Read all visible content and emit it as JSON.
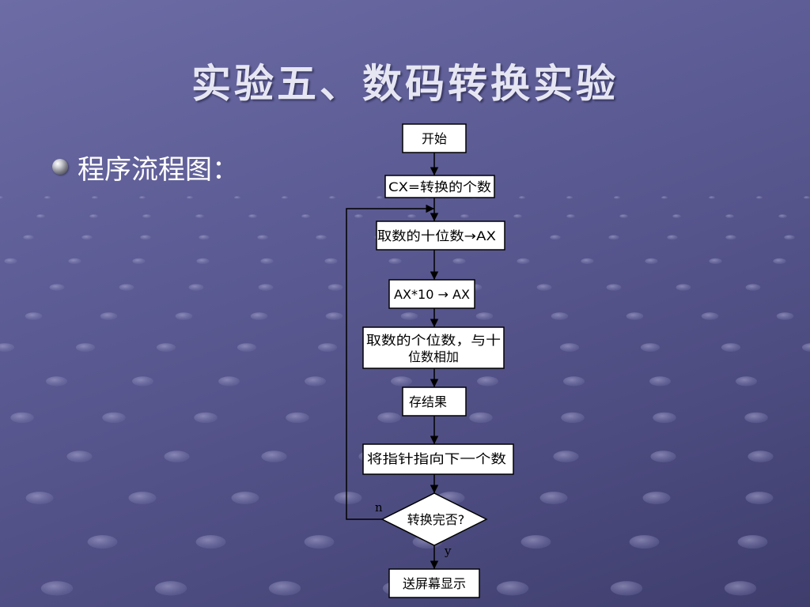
{
  "slide": {
    "title": "实验五、数码转换实验",
    "bullet": "程序流程图："
  },
  "flowchart": {
    "start": "开始",
    "init": "CX=转换的个数",
    "step1": "取数的十位数→AX",
    "step2": "AX*10 → AX",
    "step3_line1": "取数的个位数，与十",
    "step3_line2": "位数相加",
    "step4": "存结果",
    "step5": "将指针指向下一个数",
    "decision": "转换完否?",
    "no_label": "n",
    "yes_label": "y",
    "end": "送屏幕显示"
  }
}
